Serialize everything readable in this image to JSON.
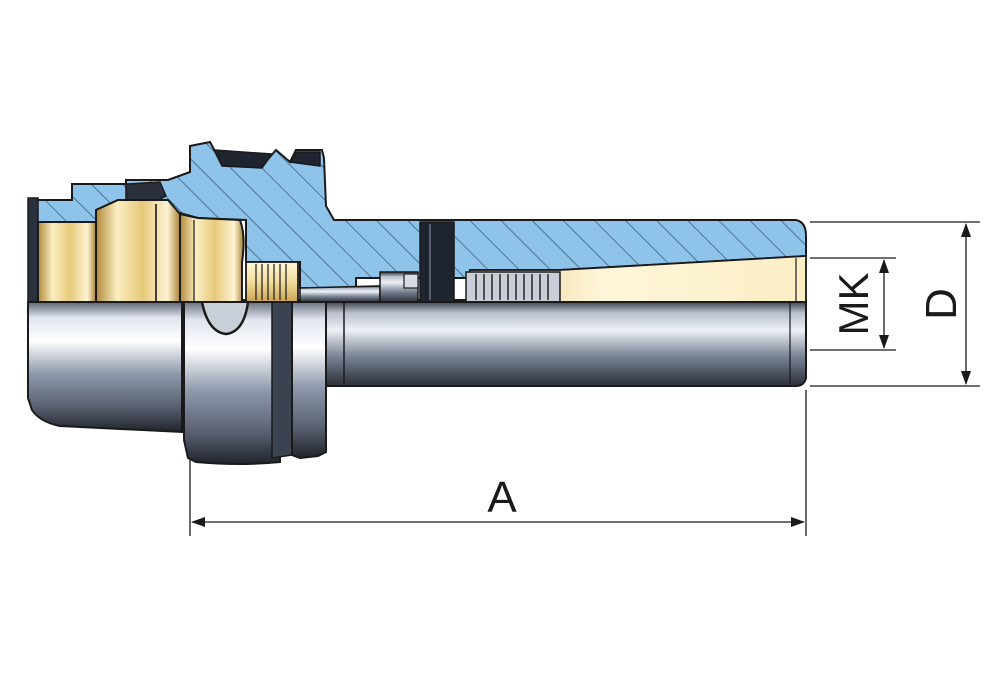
{
  "drawing": {
    "dimensions": {
      "length_label": "A",
      "taper_label": "MK",
      "diameter_label": "D"
    }
  },
  "colors": {
    "section_blue": "#8fc4ea",
    "hatch": "#2a4a6a",
    "brass_light": "#fbefc2",
    "brass_mid": "#e7c97a",
    "brass_dark": "#b08a3a",
    "steel_light": "#dfe4ee",
    "steel_mid": "#8f9aac",
    "steel_dark": "#2e3440",
    "bore_fill": "#fdf3d2",
    "outline": "#1a1a1a"
  },
  "icons": {
    "view": "toolholder-section-view-icon",
    "arrow": "dimension-arrow-icon"
  }
}
